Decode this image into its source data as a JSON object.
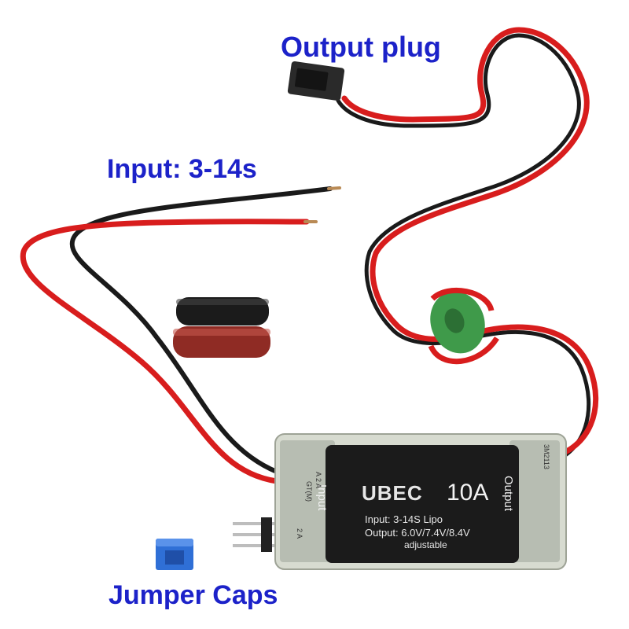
{
  "captions": {
    "output_plug": "Output plug",
    "input": "Input: 3-14s",
    "jumper_caps": "Jumper Caps"
  },
  "module": {
    "brand": "UBEC",
    "rating": "10A",
    "side_left": "Input",
    "side_right": "Output",
    "spec_input": "Input: 3-14S Lipo",
    "spec_output": "Output: 6.0V/7.4V/8.4V",
    "spec_note": "adjustable",
    "jumper_col1": "GT(M)",
    "jumper_col2": "A 2 A",
    "jumper_col3": "2 A",
    "chip_label": "3M2113"
  },
  "colors": {
    "caption": "#1c22c9",
    "wire_red": "#d81d1d",
    "wire_black": "#1a1a1a",
    "ferrite": "#3f9a4a",
    "jumper": "#2f6fd6",
    "label_bg": "#1b1b1b"
  }
}
